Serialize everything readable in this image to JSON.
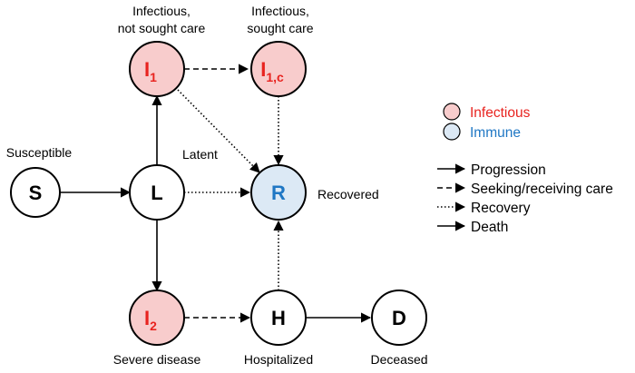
{
  "nodes": {
    "S": {
      "letter": "S",
      "caption": "Susceptible"
    },
    "L": {
      "letter": "L",
      "caption": "Latent"
    },
    "I1": {
      "letter": "I",
      "sub": "1",
      "caption_line1": "Infectious,",
      "caption_line2": "not sought care",
      "fill": "#f8cccc",
      "letter_color": "#e8231f"
    },
    "I1c": {
      "letter": "I",
      "sub": "1,c",
      "caption_line1": "Infectious,",
      "caption_line2": "sought care",
      "fill": "#f8cccc",
      "letter_color": "#e8231f"
    },
    "R": {
      "letter": "R",
      "caption": "Recovered",
      "fill": "#dce9f5",
      "letter_color": "#1f77c4"
    },
    "I2": {
      "letter": "I",
      "sub": "2",
      "caption": "Severe disease",
      "fill": "#f8cccc",
      "letter_color": "#e8231f"
    },
    "H": {
      "letter": "H",
      "caption": "Hospitalized"
    },
    "D": {
      "letter": "D",
      "caption": "Deceased"
    }
  },
  "legend": {
    "colors": [
      {
        "label": "Infectious",
        "fill": "#f8cccc",
        "text_color": "#e8231f"
      },
      {
        "label": "Immune",
        "fill": "#dce9f5",
        "text_color": "#1f77c4"
      }
    ],
    "lines": [
      {
        "label": "Progression",
        "style": "solid"
      },
      {
        "label": "Seeking/receiving care",
        "style": "dashed"
      },
      {
        "label": "Recovery",
        "style": "dotted"
      },
      {
        "label": "Death",
        "style": "solid"
      }
    ]
  },
  "colors": {
    "infectious": "#f8cccc",
    "immune": "#dce9f5",
    "red_text": "#e8231f",
    "blue_text": "#1f77c4"
  }
}
